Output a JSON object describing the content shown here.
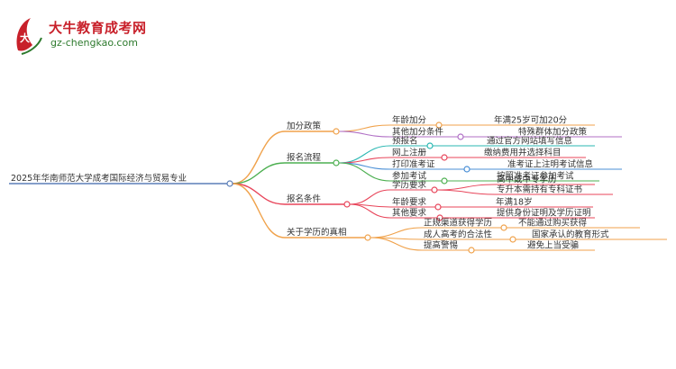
{
  "logo": {
    "title": "大牛教育成考网",
    "url": "gz-chengkao.com",
    "mark_text": "大牛"
  },
  "colors": {
    "root_line": "#5b7fb8",
    "branch_orange": "#f0a24b",
    "branch_green": "#4caf50",
    "branch_teal": "#2ab7b2",
    "branch_red": "#e8455a",
    "branch_purple": "#b06fc5",
    "branch_blue": "#4a8fd6",
    "logo_red": "#c8202a",
    "logo_green": "#2d7a2d"
  },
  "mindmap": {
    "root": "2025年华南师范大学成考国际经济与贸易专业",
    "branches": [
      {
        "label": "加分政策",
        "children": [
          {
            "label": "年龄加分",
            "leaf": "年满25岁可加20分"
          },
          {
            "label": "其他加分条件",
            "leaf": "特殊群体加分政策"
          }
        ]
      },
      {
        "label": "报名流程",
        "children": [
          {
            "label": "预报名",
            "leaf": "通过官方网站填写信息"
          },
          {
            "label": "网上注册",
            "leaf": "缴纳费用并选择科目"
          },
          {
            "label": "打印准考证",
            "leaf": "准考证上注明考试信息"
          },
          {
            "label": "参加考试",
            "leaf": "按照准考证参加考试"
          }
        ]
      },
      {
        "label": "报名条件",
        "children": [
          {
            "label": "学历要求",
            "leaves": [
              "高中或中专学历",
              "专升本需持有专科证书"
            ]
          },
          {
            "label": "年龄要求",
            "leaf": "年满18岁"
          },
          {
            "label": "其他要求",
            "leaf": "提供身份证明及学历证明"
          }
        ]
      },
      {
        "label": "关于学历的真相",
        "children": [
          {
            "label": "正规渠道获得学历",
            "leaf": "不能通过购买获得"
          },
          {
            "label": "成人高考的合法性",
            "leaf": "国家承认的教育形式"
          },
          {
            "label": "提高警惕",
            "leaf": "避免上当受骗"
          }
        ]
      }
    ]
  }
}
